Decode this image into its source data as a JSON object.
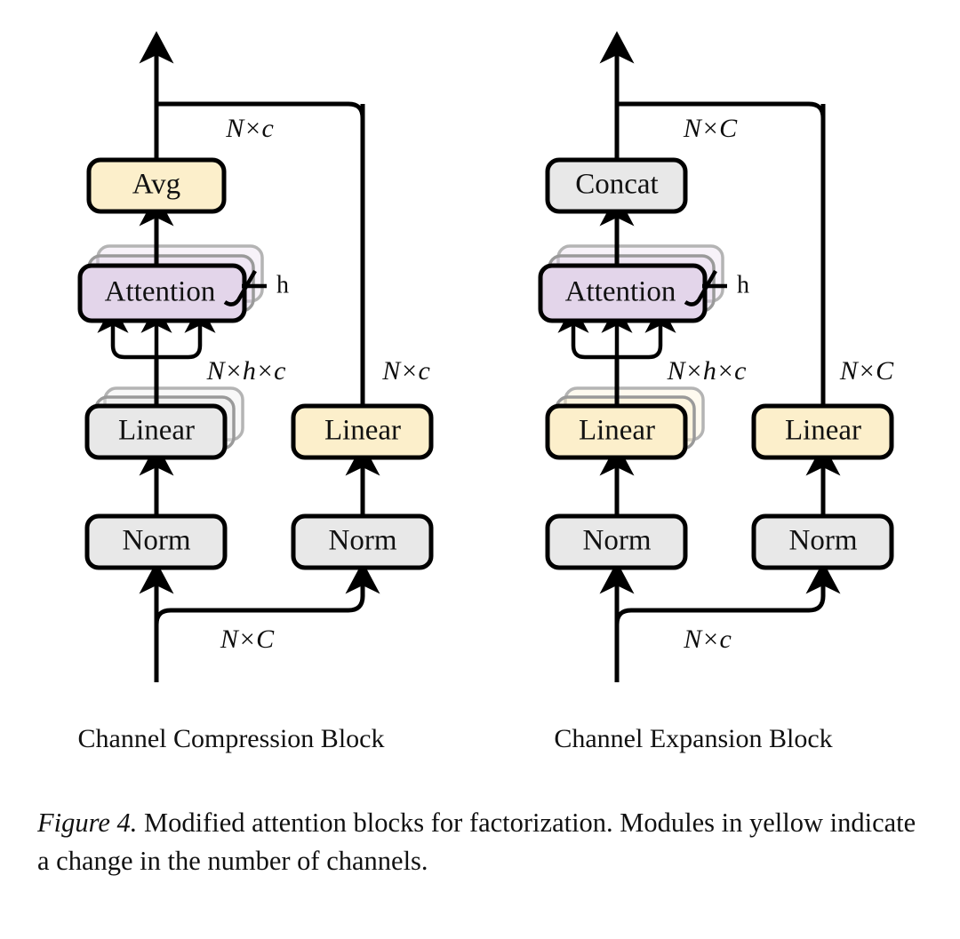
{
  "figure": {
    "number_label": "Figure 4.",
    "caption_text": " Modified attention blocks for factorization. Modules in yellow indicate a change in the number of channels."
  },
  "colors": {
    "yellow": "#fcefcb",
    "purple": "#e3d5ea",
    "gray": "#e8e8e8",
    "outline": "#000000",
    "ghost_outline": "#a0a0a0",
    "background": "#ffffff"
  },
  "blocks": [
    {
      "id": "channel-compression-block",
      "caption": "Channel Compression Block",
      "main_branch": {
        "nodes": [
          {
            "id": "norm",
            "label": "Norm",
            "fill": "gray",
            "stacked": false
          },
          {
            "id": "linear",
            "label": "Linear",
            "fill": "gray",
            "stacked": true
          },
          {
            "id": "attention",
            "label": "Attention",
            "fill": "purple",
            "stacked": true,
            "heads_label": "h"
          },
          {
            "id": "merge",
            "label": "Avg",
            "fill": "yellow",
            "stacked": false
          }
        ],
        "edge_labels": {
          "linear_to_attention": "N×h×c",
          "merge_to_output": "N×c"
        }
      },
      "skip_branch": {
        "nodes": [
          {
            "id": "norm",
            "label": "Norm",
            "fill": "gray",
            "stacked": false
          },
          {
            "id": "linear",
            "label": "Linear",
            "fill": "yellow",
            "stacked": false
          }
        ],
        "edge_labels": {
          "linear_to_top": "N×c"
        }
      },
      "input_label": "N×C"
    },
    {
      "id": "channel-expansion-block",
      "caption": "Channel Expansion Block",
      "main_branch": {
        "nodes": [
          {
            "id": "norm",
            "label": "Norm",
            "fill": "gray",
            "stacked": false
          },
          {
            "id": "linear",
            "label": "Linear",
            "fill": "yellow",
            "stacked": true
          },
          {
            "id": "attention",
            "label": "Attention",
            "fill": "purple",
            "stacked": true,
            "heads_label": "h"
          },
          {
            "id": "merge",
            "label": "Concat",
            "fill": "gray",
            "stacked": false
          }
        ],
        "edge_labels": {
          "linear_to_attention": "N×h×c",
          "merge_to_output": "N×C"
        }
      },
      "skip_branch": {
        "nodes": [
          {
            "id": "norm",
            "label": "Norm",
            "fill": "gray",
            "stacked": false
          },
          {
            "id": "linear",
            "label": "Linear",
            "fill": "yellow",
            "stacked": false
          }
        ],
        "edge_labels": {
          "linear_to_top": "N×C"
        }
      },
      "input_label": "N×c"
    }
  ]
}
